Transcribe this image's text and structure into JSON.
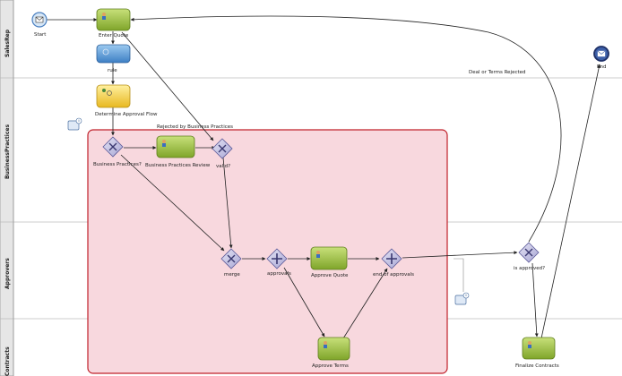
{
  "lanes": [
    {
      "id": "lane-salesrep",
      "label": "SalesRep"
    },
    {
      "id": "lane-businesspractices",
      "label": "BusinessPractices"
    },
    {
      "id": "lane-approvers",
      "label": "Approvers"
    },
    {
      "id": "lane-contracts",
      "label": "Contracts"
    }
  ],
  "events": {
    "start": {
      "label": "Start"
    },
    "end": {
      "label": "End"
    }
  },
  "tasks": {
    "enter_quote": {
      "label": "Enter Quote"
    },
    "rule": {
      "label": "rule"
    },
    "determine_approval_flow": {
      "label": "Determine Approval Flow"
    },
    "business_practices_review": {
      "label": "Business Practices Review"
    },
    "approve_quote": {
      "label": "Approve Quote"
    },
    "approve_terms": {
      "label": "Approve Terms"
    },
    "finalize_contracts": {
      "label": "Finalize Contracts"
    }
  },
  "gateways": {
    "business_practices": {
      "label": "Business Practices?"
    },
    "valid": {
      "label": "valid?"
    },
    "merge": {
      "label": "merge"
    },
    "approvals": {
      "label": "approvals"
    },
    "end_of_approvals": {
      "label": "end of approvals"
    },
    "is_approved": {
      "label": "is approved?"
    }
  },
  "flow_labels": {
    "rejected_by_business_practices": "Rejected by Business Practices",
    "deal_or_terms_rejected": "Deal or Terms Rejected"
  },
  "colors": {
    "task_green": "#9cbd3c",
    "task_blue": "#5b9bd5",
    "task_yellow": "#f2d04a",
    "gateway": "#b9b7dd",
    "subprocess_fill": "#f7d6dc",
    "subprocess_border": "#c0202a",
    "event_start": "#bcd6ee",
    "event_end": "#3a5ea8"
  }
}
